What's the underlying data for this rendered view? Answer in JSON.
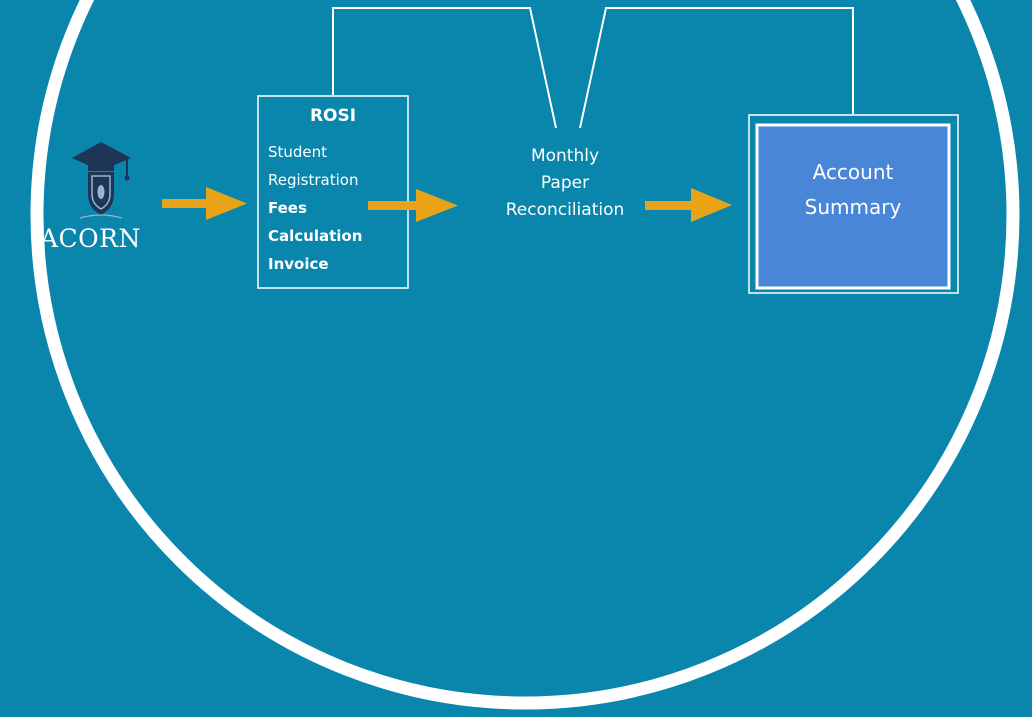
{
  "logo": {
    "wordmark": "ACORN",
    "icon": "graduation-cap-shield-icon"
  },
  "rosi_box": {
    "title": "ROSI",
    "lines": [
      "Student",
      "Registration",
      "Fees",
      "Calculation",
      "Invoice"
    ]
  },
  "reconciliation": {
    "lines": [
      "Monthly",
      "Paper",
      "Reconciliation"
    ]
  },
  "account_box": {
    "lines": [
      "Account",
      "Summary"
    ]
  },
  "colors": {
    "background": "#0a86ad",
    "arrow": "#e8a317",
    "account_fill": "#4a86d8",
    "line": "#ffffff"
  }
}
